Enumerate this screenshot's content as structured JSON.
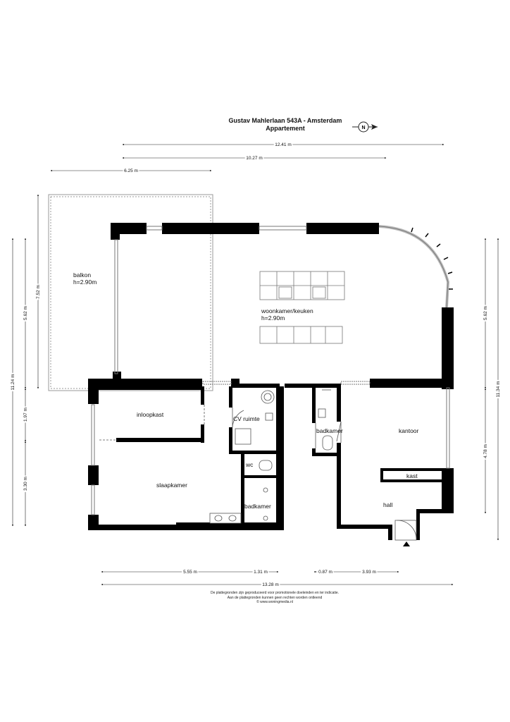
{
  "header": {
    "address": "Gustav Mahlerlaan 543A - Amsterdam",
    "type": "Appartement"
  },
  "compass": {
    "letter": "N"
  },
  "rooms": {
    "balkon": "balkon",
    "balkon_height": "h=2.90m",
    "woonkamer": "woonkamer/keuken",
    "woonkamer_height": "h=2.90m",
    "inloopkast": "inloopkast",
    "cv_ruimte": "CV ruimte",
    "badkamer_small": "badkamer",
    "kantoor": "kantoor",
    "wc": "wc",
    "kast": "kast",
    "slaapkamer": "slaapkamer",
    "badkamer": "badkamer",
    "hall": "hall"
  },
  "dimensions": {
    "top_total": "12.41 m",
    "top_inner": "10.27 m",
    "top_balcony": "6.25 m",
    "left_total": "11.24 m",
    "left_balcony": "7.52 m",
    "left_living": "5.62 m",
    "left_mid": "1.97 m",
    "left_bottom": "3.30 m",
    "right_total": "11.34 m",
    "right_living": "5.62 m",
    "right_bottom": "4.78 m",
    "bottom_a": "5.55 m",
    "bottom_b": "1.31 m",
    "bottom_c": "0.87 m",
    "bottom_d": "3.93 m",
    "bottom_total": "13.28 m"
  },
  "disclaimer": {
    "line1": "De plattegronden zijn geproduceerd voor promotionele doeleinden en ter indicatie.",
    "line2": "Aan de plattegronden kunnen geen rechten worden ontleend",
    "line3": "© www.woningmedia.nl"
  }
}
